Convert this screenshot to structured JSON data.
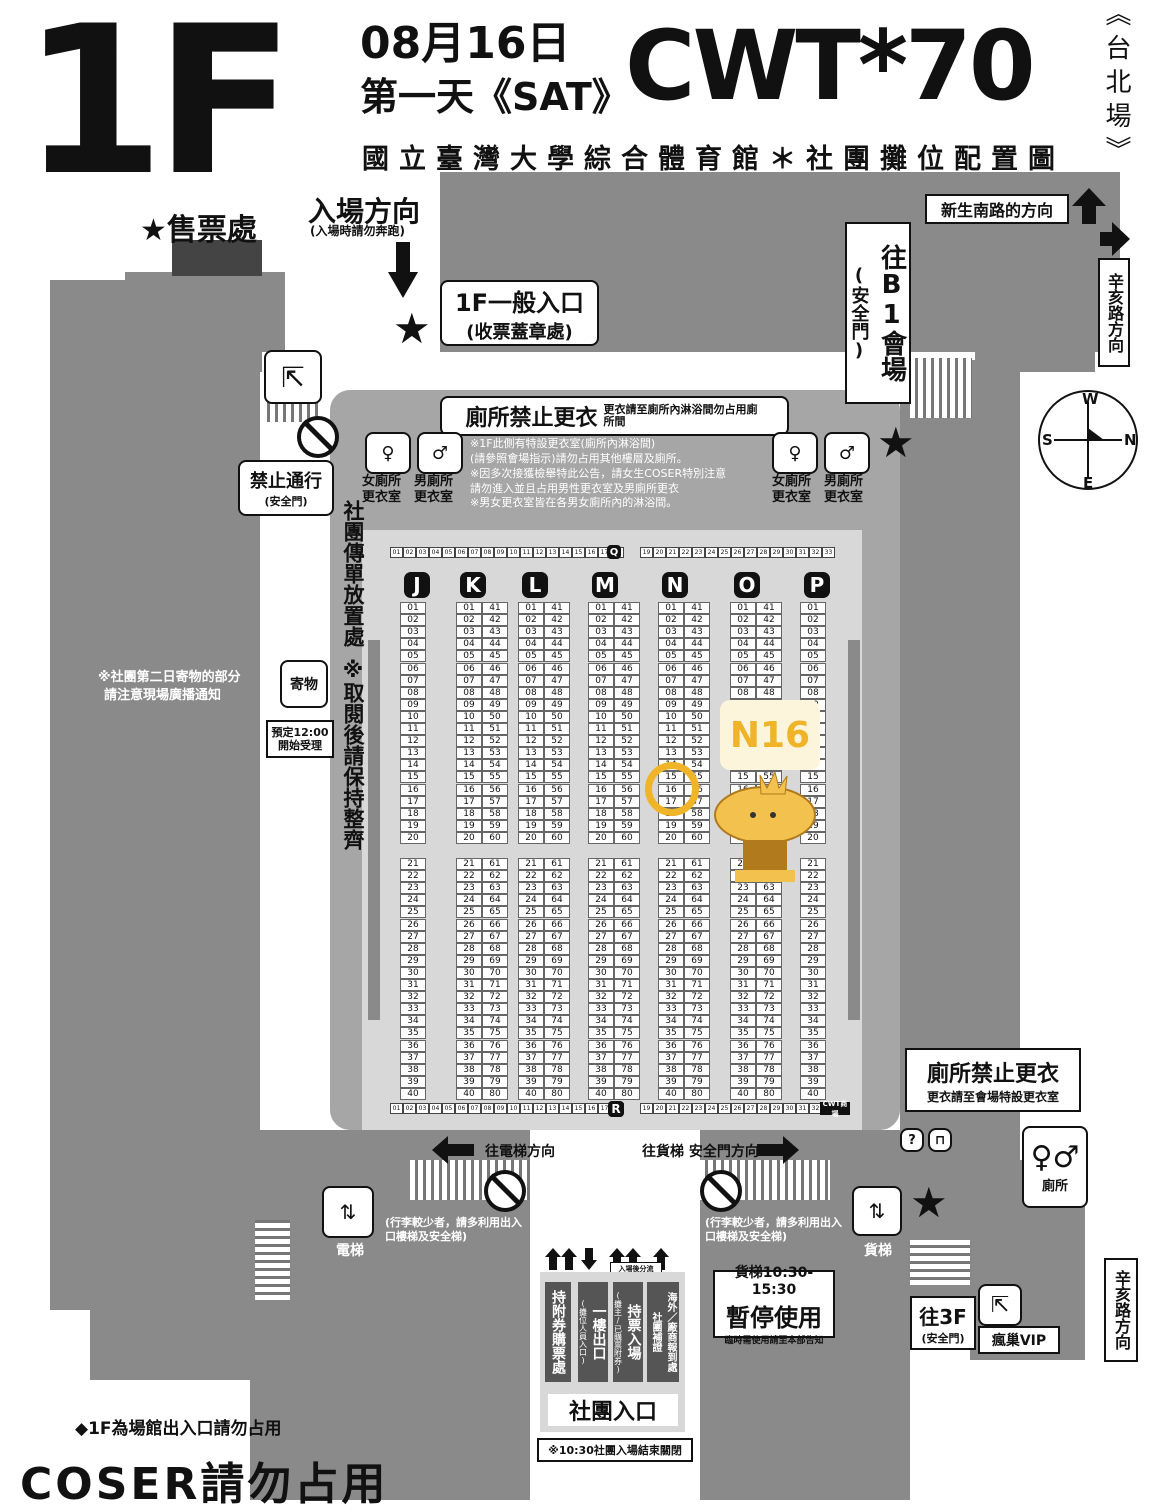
{
  "header": {
    "floor": "1F",
    "date": "08月16日",
    "day": "第一天《SAT》",
    "event": "CWT*70",
    "venue_side": "《台北場》",
    "subtitle": "國立臺灣大學綜合體育館＊社團攤位配置圖"
  },
  "labels": {
    "ticket": "★售票處",
    "entry_dir": "入場方向",
    "entry_note": "(入場時請勿奔跑)",
    "general_entry_1": "1F一般入口",
    "general_entry_2": "(收票蓋章處)",
    "to_b1": "往B1會場",
    "to_b1_sub": "(安全門)",
    "xinsheng": "新生南路的方向",
    "xinhai_top": "辛亥路方向",
    "xinhai_bottom": "辛亥路方向",
    "no_pass": "禁止通行",
    "no_pass_sub": "(安全門)",
    "no_change": "廁所禁止更衣",
    "no_change_note": "更衣請至廁所內淋浴間勿占用廁所間",
    "wc_female": "女廁所更衣室",
    "wc_male": "男廁所更衣室",
    "notice_1": "※1F此側有特設更衣室(廁所內淋浴間)",
    "notice_2": "(請參照會場指示)請勿占用其他樓層及廁所。",
    "notice_3": "※因多次接獲檢舉特此公告，請女生COSER特別注意",
    "notice_4": "請勿進入並且占用男性更衣室及男廁所更衣",
    "notice_5": "※男女更衣室皆在各男女廁所內的淋浴間。",
    "flyer": "社團傳單放置處",
    "flyer_note": "※取閱後請保持整齊",
    "storage": "寄物",
    "storage_time": "預定12:00開始受理",
    "storage_note_1": "※社團第二日寄物的部分",
    "storage_note_2": "請注意現場廣播通知",
    "highlight": "N16",
    "row_q": "Q",
    "row_r": "R",
    "cwt_shop": "CWT商場",
    "right_no_change": "廁所禁止更衣",
    "right_no_change_sub": "更衣請至會場特設更衣室",
    "toilet": "廁所",
    "to_elevator": "往電梯方向",
    "to_freight": "往貨梯 安全門方向",
    "elevator": "電梯",
    "freight": "貨梯",
    "luggage_note": "(行李較少者，請多利用出入口樓梯及安全梯)",
    "freight_stop_1": "貨梯10:30-15:30",
    "freight_stop_2": "暫停使用",
    "freight_stop_3": "臨時需使用請至本部告知",
    "to_3f": "往3F",
    "to_3f_sub": "(安全門)",
    "vip": "瘋巢VIP",
    "entry_split": "入場後分流",
    "lane_1": "持附券購票處",
    "lane_2": "一樓出口",
    "lane_2_sub": "(攤位人員入口)",
    "lane_3": "持票入場",
    "lane_3_sub": "(攤主/已購票附券)",
    "lane_4": "社團補證",
    "lane_5": "海外／廠商報到處",
    "club_entry": "社團入口",
    "club_entry_note": "※10:30社團入場結束關閉",
    "exit_note": "◆1F為場館出入口請勿占用",
    "coser": "COSER請勿占用",
    "compass_n": "N",
    "compass_s": "S",
    "compass_e": "E",
    "compass_w": "W"
  },
  "columns": [
    "J",
    "K",
    "L",
    "M",
    "N",
    "O",
    "P"
  ],
  "top_row_numbers": [
    "01",
    "02",
    "03",
    "04",
    "05",
    "06",
    "07",
    "08",
    "09",
    "10",
    "11",
    "12",
    "13",
    "14",
    "15",
    "16",
    "17",
    "18",
    "19",
    "20",
    "21",
    "22",
    "23",
    "24",
    "25",
    "26",
    "27",
    "28",
    "29",
    "30",
    "31",
    "32",
    "33"
  ],
  "bottom_row_numbers": [
    "01",
    "02",
    "03",
    "04",
    "05",
    "06",
    "07",
    "08",
    "09",
    "10",
    "11",
    "12",
    "13",
    "14",
    "15",
    "16",
    "17",
    "18",
    "19",
    "20",
    "21",
    "22",
    "23",
    "24",
    "25",
    "26",
    "27",
    "28",
    "29",
    "30",
    "31",
    "32"
  ]
}
